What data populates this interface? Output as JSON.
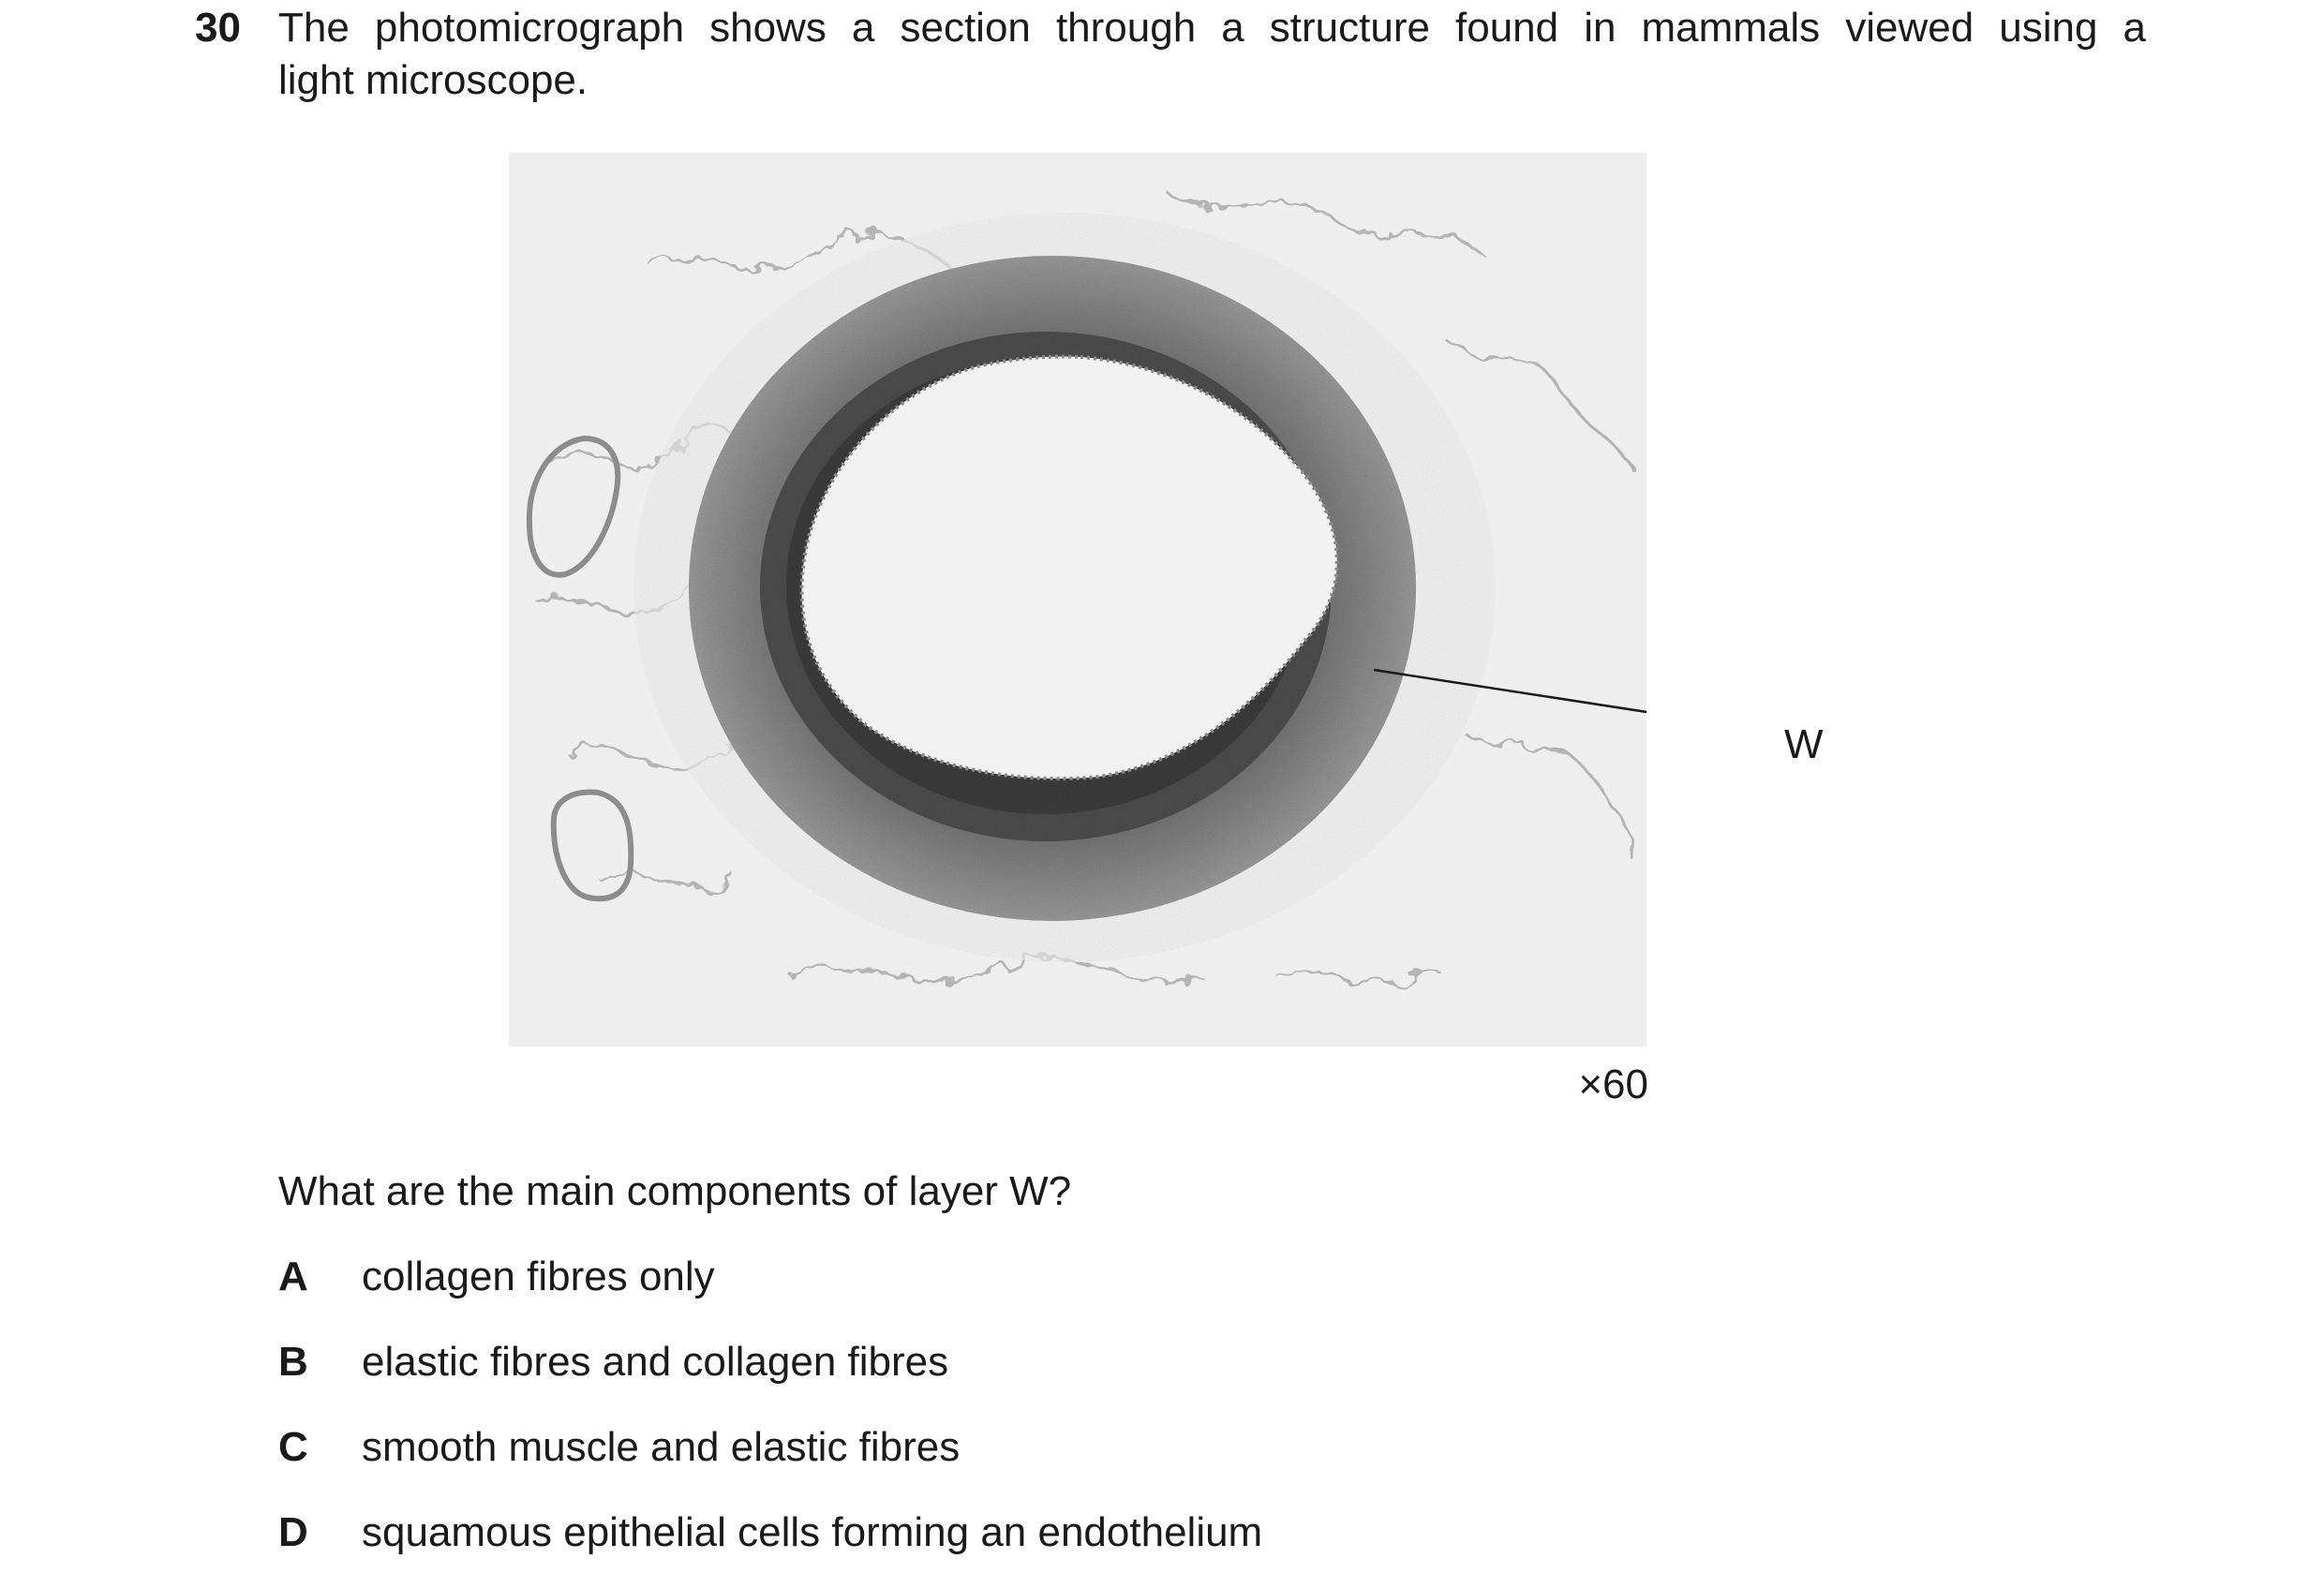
{
  "question": {
    "number": "30",
    "stem_line1": "The photomicrograph shows a section through a structure found in mammals viewed using a",
    "stem_line2": "light microscope.",
    "figure": {
      "label": "W",
      "magnification": "×60"
    },
    "prompt": "What are the main components of layer W?",
    "options": [
      {
        "letter": "A",
        "text": "collagen fibres only"
      },
      {
        "letter": "B",
        "text": "elastic fibres and collagen fibres"
      },
      {
        "letter": "C",
        "text": "smooth muscle and elastic fibres"
      },
      {
        "letter": "D",
        "text": "squamous epithelial cells forming an endothelium"
      }
    ]
  }
}
